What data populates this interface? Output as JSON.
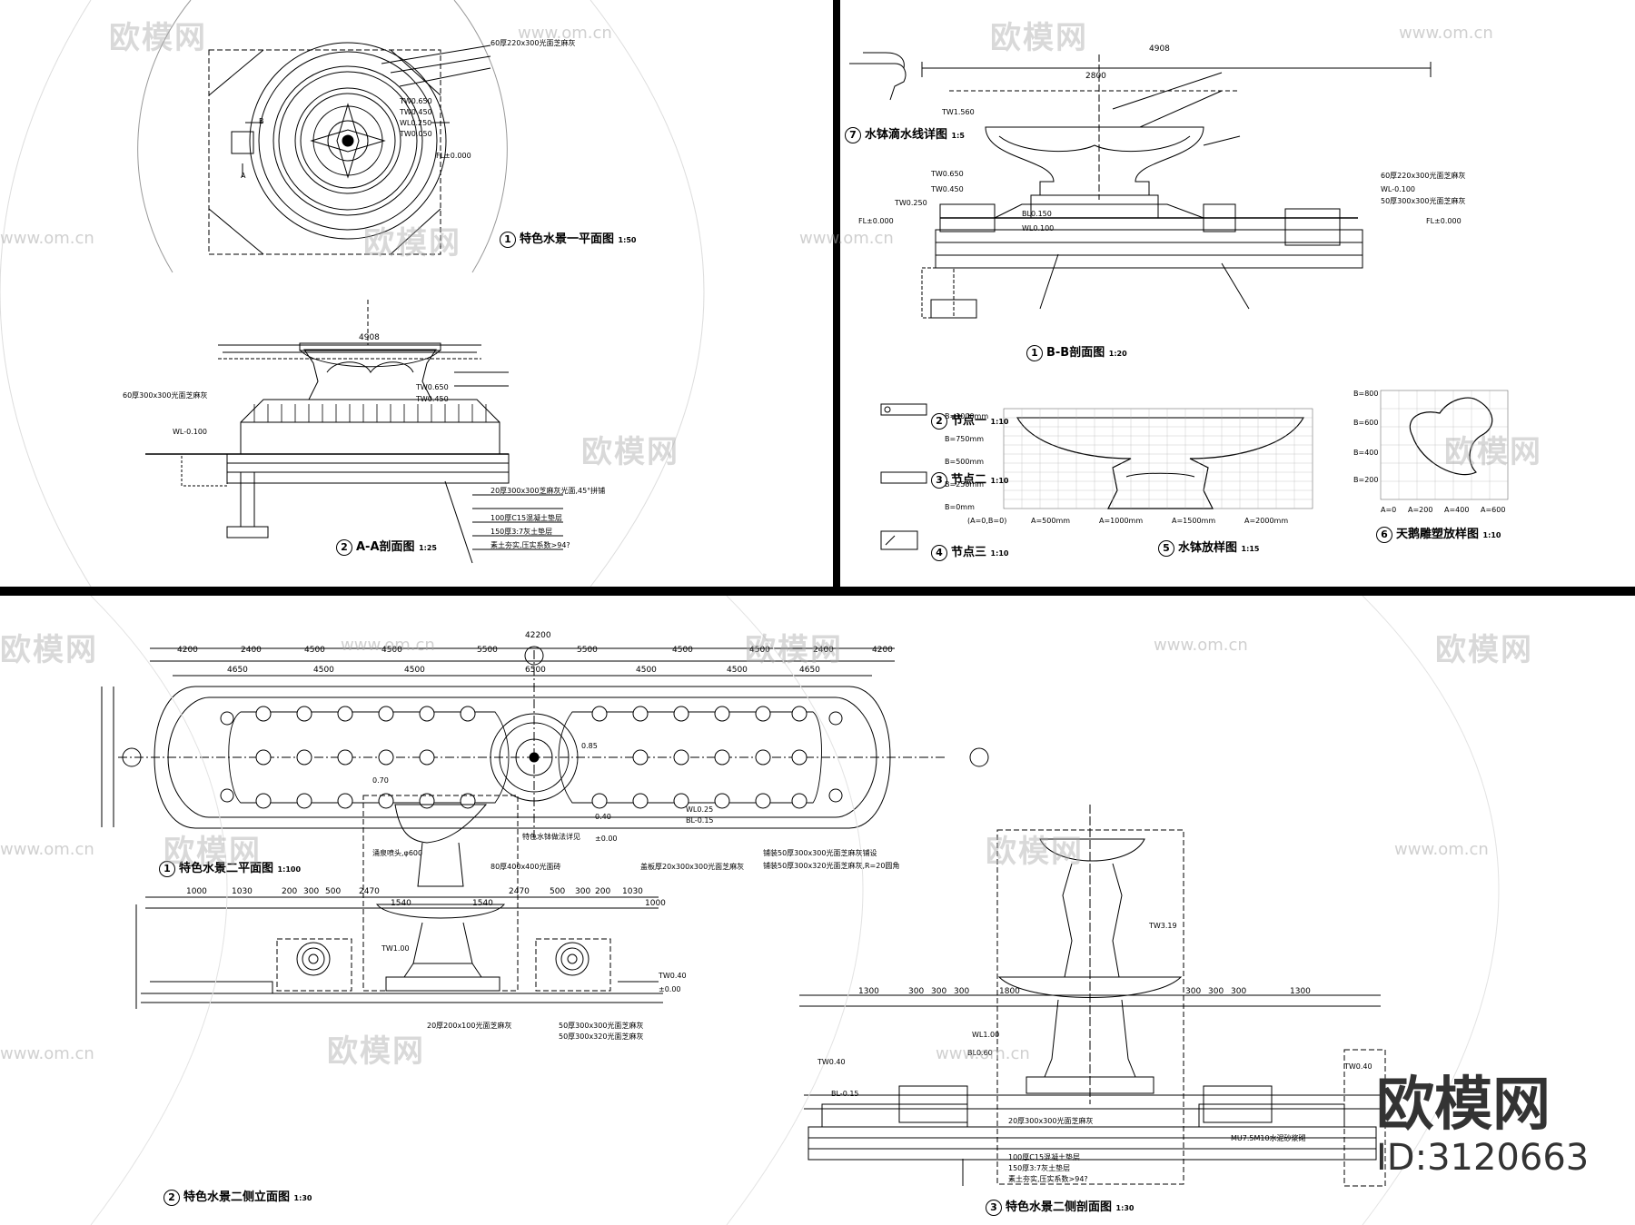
{
  "watermark": {
    "text": "欧模网",
    "url": "www.om.cn"
  },
  "brand": {
    "name": "欧模网",
    "id": "ID:3120663"
  },
  "panel1": {
    "plan_title": {
      "num": "1",
      "text": "特色水景一平面图",
      "scale": "1:50"
    },
    "section_title": {
      "num": "2",
      "text": "A-A剖面图",
      "scale": "1:25"
    },
    "plan_labels": [
      "60厚220x300光面芝麻灰",
      "TW0.650",
      "TW0.450",
      "WL0.250",
      "TW0.050",
      "FL±0.000",
      "B",
      "A"
    ],
    "section_labels": [
      "4908",
      "TW0.650",
      "TW0.450",
      "WL-0.100",
      "60厚300x300光面芝麻灰",
      "20厚300x300芝麻灰光面,45°拼铺",
      "100厚C15混凝土垫层",
      "150厚3:7灰土垫层",
      "素土夯实,压实系数>94?"
    ]
  },
  "panel2": {
    "title_bb": {
      "num": "1",
      "text": "B-B剖面图",
      "scale": "1:20"
    },
    "title_7": {
      "num": "7",
      "text": "水钵滴水线详图",
      "scale": "1:5"
    },
    "node1": {
      "num": "2",
      "text": "节点一",
      "scale": "1:10"
    },
    "node2": {
      "num": "3",
      "text": "节点二",
      "scale": "1:10"
    },
    "node3": {
      "num": "4",
      "text": "节点三",
      "scale": "1:10"
    },
    "bowl": {
      "num": "5",
      "text": "水钵放样图",
      "scale": "1:15"
    },
    "swan": {
      "num": "6",
      "text": "天鹅雕塑放样图",
      "scale": "1:10"
    },
    "section_labels": [
      "4908",
      "2800",
      "TW1.560",
      "TW0.650",
      "TW0.450",
      "TW0.250",
      "WL0.100",
      "FL±0.000",
      "BL0.150",
      "WL-0.100",
      "FL±0.000",
      "50厚300x300光面芝麻灰",
      "60厚220x300光面芝麻灰"
    ],
    "grid_b": [
      "B=1000mm",
      "B=750mm",
      "B=500mm",
      "B=250mm",
      "B=0mm"
    ],
    "grid_a": [
      "(A=0,B=0)",
      "A=500mm",
      "A=1000mm",
      "A=1500mm",
      "A=2000mm"
    ],
    "swan_b": [
      "B=800",
      "B=600",
      "B=400",
      "B=200"
    ],
    "swan_a": [
      "A=0",
      "A=200",
      "A=400",
      "A=600"
    ]
  },
  "panel3": {
    "plan_title": {
      "num": "1",
      "text": "特色水景二平面图",
      "scale": "1:100"
    },
    "elev_title": {
      "num": "2",
      "text": "特色水景二侧立面图",
      "scale": "1:30"
    },
    "sect_title": {
      "num": "3",
      "text": "特色水景二侧剖面图",
      "scale": "1:30"
    },
    "plan_dims_top": [
      "4200",
      "2400",
      "4500",
      "4500",
      "5500",
      "5500",
      "4500",
      "4500",
      "2400",
      "4200"
    ],
    "plan_dims_mid": [
      "4650",
      "4500",
      "4500",
      "6500",
      "4500",
      "4500",
      "4650"
    ],
    "plan_total": "42200",
    "plan_labels": [
      "0.70",
      "0.85",
      "0.40",
      "±0.00",
      "WL0.25",
      "BL-0.15",
      "涌泉喷头,φ600",
      "80厚400x400光面砖",
      "盖板厚20x300x300光面芝麻灰",
      "铺装50厚300x300光面芝麻灰铺设",
      "铺装50厚300x320光面芝麻灰,R=20圆角"
    ],
    "elev_dims": [
      "1000",
      "1030",
      "200",
      "300",
      "500",
      "2470",
      "1540",
      "1540",
      "2470",
      "500",
      "300",
      "200",
      "1030",
      "1000"
    ],
    "elev_labels": [
      "特色水钵做法详见",
      "TW1.00",
      "TW0.40",
      "±0.00",
      "20厚200x100光面芝麻灰",
      "50厚300x300光面芝麻灰",
      "50厚300x320光面芝麻灰"
    ],
    "sect_dims": [
      "1300",
      "300",
      "300",
      "300",
      "1800",
      "300",
      "300",
      "300",
      "1300"
    ],
    "sect_labels": [
      "TW3.19",
      "WL1.00",
      "BL0.60",
      "TW0.40",
      "BL-0.15",
      "TW0.40",
      "MU7.5M10水泥砂浆砌",
      "20厚300x300光面芝麻灰",
      "100厚C15混凝土垫层",
      "150厚3:7灰土垫层",
      "素土夯实,压实系数>94?"
    ]
  }
}
